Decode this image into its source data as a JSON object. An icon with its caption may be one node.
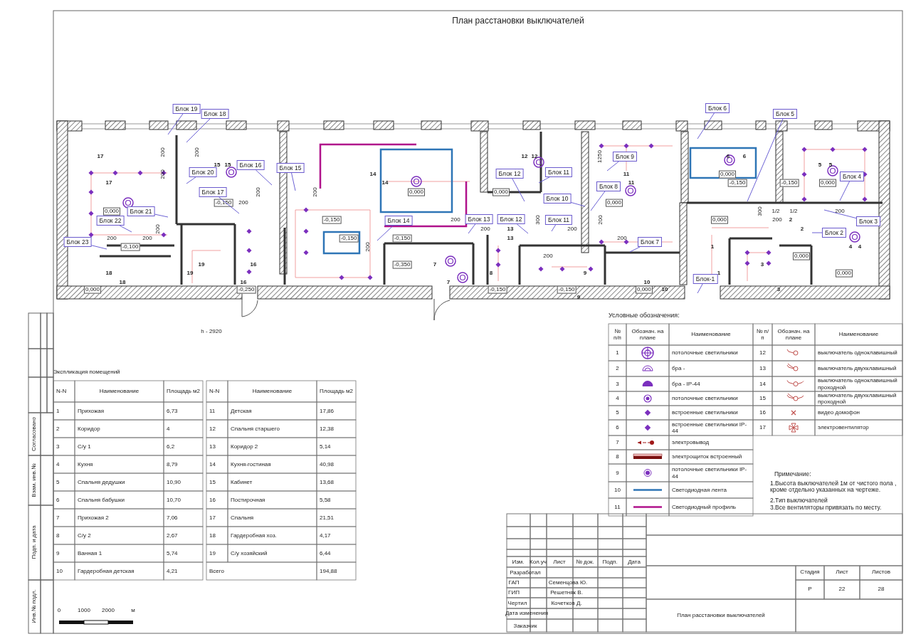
{
  "diagram": {
    "title": "План расстановки выключателей",
    "nodes": [
      {
        "text": [
          "Блок 19"
        ]
      },
      {
        "text": [
          "Блок 6"
        ]
      },
      {
        "text": [
          "Блок 18"
        ]
      },
      {
        "text": [
          "Блок 5"
        ]
      },
      {
        "text": [
          "Блок 9"
        ]
      },
      {
        "text": [
          "Блок 16"
        ]
      },
      {
        "text": [
          "Блок 20"
        ]
      },
      {
        "text": [
          "Блок 15"
        ]
      },
      {
        "text": [
          "Блок 12"
        ]
      },
      {
        "text": [
          "Блок 11"
        ]
      },
      {
        "text": [
          "Блок 4"
        ]
      },
      {
        "text": [
          "Блок 8"
        ]
      },
      {
        "text": [
          "Блок 17"
        ]
      },
      {
        "text": [
          "Блок 10"
        ]
      },
      {
        "text": [
          "Блок 21"
        ]
      },
      {
        "text": [
          "Блок 3"
        ]
      },
      {
        "text": [
          "Блок 14"
        ]
      },
      {
        "text": [
          "Блок 22"
        ]
      },
      {
        "text": [
          "Блок 13"
        ]
      },
      {
        "text": [
          "Блок 12"
        ]
      },
      {
        "text": [
          "Блок 11"
        ]
      },
      {
        "text": [
          "Блок 2"
        ]
      },
      {
        "text": [
          "Блок 7"
        ]
      },
      {
        "text": [
          "Блок 23"
        ]
      },
      {
        "text": [
          "Блок-1"
        ]
      }
    ],
    "edges": [
      {
        "from": 0,
        "to": null,
        "arrow": "none"
      },
      {
        "from": 1,
        "to": null,
        "arrow": "none"
      },
      {
        "from": 2,
        "to": null,
        "arrow": "none"
      },
      {
        "from": 3,
        "to": null,
        "arrow": "none"
      },
      {
        "from": 4,
        "to": null,
        "arrow": "none"
      },
      {
        "from": 5,
        "to": null,
        "arrow": "none"
      },
      {
        "from": 6,
        "to": null,
        "arrow": "none"
      },
      {
        "from": 7,
        "to": null,
        "arrow": "none"
      },
      {
        "from": 8,
        "to": null,
        "arrow": "none"
      },
      {
        "from": 9,
        "to": null,
        "arrow": "none"
      },
      {
        "from": 10,
        "to": null,
        "arrow": "none"
      },
      {
        "from": 11,
        "to": null,
        "arrow": "none"
      },
      {
        "from": 12,
        "to": null,
        "arrow": "none"
      },
      {
        "from": 13,
        "to": null,
        "arrow": "none"
      },
      {
        "from": 14,
        "to": null,
        "arrow": "none"
      },
      {
        "from": 15,
        "to": null,
        "arrow": "none"
      },
      {
        "from": 16,
        "to": null,
        "arrow": "none"
      },
      {
        "from": 17,
        "to": null,
        "arrow": "none"
      },
      {
        "from": 18,
        "to": null,
        "arrow": "none"
      },
      {
        "from": 19,
        "to": null,
        "arrow": "none"
      },
      {
        "from": 20,
        "to": null,
        "arrow": "none"
      },
      {
        "from": 21,
        "to": null,
        "arrow": "none"
      },
      {
        "from": 22,
        "to": null,
        "arrow": "none"
      },
      {
        "from": 23,
        "to": null,
        "arrow": "none"
      },
      {
        "from": 24,
        "to": null,
        "arrow": "none"
      }
    ],
    "labels": [
      "200",
      "200",
      "17",
      "12",
      "12",
      "1250",
      "6",
      "6",
      "15",
      "15",
      "5",
      "5",
      "200",
      "14",
      "11",
      "0,000",
      "17",
      "14",
      "11",
      "-0,150",
      "-0,150",
      "0,000",
      "200",
      "200",
      "0,000",
      "0,000",
      "-0,150",
      "200",
      "0,000",
      "0,000",
      "300",
      "1/2",
      "1/2",
      "200",
      "-0,150",
      "200",
      "300",
      "200",
      "0,000",
      "200",
      "2",
      "200",
      "200",
      "13",
      "200",
      "2",
      "200",
      "200",
      "-0,150",
      "-0,150",
      "13",
      "200",
      "-0,100",
      "200",
      "1",
      "4",
      "4",
      "200",
      "0,000",
      "19",
      "16",
      "-0,350",
      "7",
      "3",
      "18",
      "19",
      "8",
      "9",
      "1",
      "0,000",
      "18",
      "16",
      "7",
      "10",
      "0,000",
      "-0,250",
      "-0,150",
      "-0,150",
      "0,000",
      "10",
      "3",
      "9",
      "h - 2920",
      "Условные обозначения:",
      "№ п/п",
      "Обознач. на плане",
      "Наименование",
      "№ п/п",
      "Обознач. на плане",
      "Наименование",
      "1",
      "2",
      "3",
      "4",
      "5",
      "6",
      "7",
      "8",
      "9",
      "10",
      "11",
      "12",
      "13",
      "14",
      "15",
      "16",
      "17",
      "Примечание:",
      "1.Высота выключателей 1м от чистого пола , кроме отдельно указанных на чертеже.",
      "2.Тип выключателей",
      "3.Все вентиляторы привязать по месту.",
      "Экспликация помещений",
      "N-N",
      "Наименование",
      "Площадь м2",
      "N-N",
      "Наименование",
      "Площадь м2",
      "1",
      "Прихожая",
      "6,73",
      "11",
      "Детская",
      "17,86",
      "2",
      "Коридор",
      "4",
      "12",
      "Спальня старшего",
      "12,38",
      "3",
      "С/у 1",
      "6,2",
      "13",
      "Коридор 2",
      "5,14",
      "4",
      "Кухня",
      "8,79",
      "14",
      "Кухня-гостиная",
      "40,98",
      "5",
      "Спальня дедушки",
      "10,90",
      "15",
      "Кабинет",
      "13,68",
      "6",
      "Спальня бабушки",
      "10,70",
      "16",
      "Постирочная",
      "5,58",
      "7",
      "Прихожая 2",
      "7,06",
      "17",
      "Спальня",
      "21,51",
      "8",
      "С/у 2",
      "2,67",
      "18",
      "Гардеробная хоз.",
      "4,17",
      "9",
      "Ванная 1",
      "5,74",
      "19",
      "С/у хозяйский",
      "6,44",
      "10",
      "Гардеробная детская",
      "4,21",
      "Всего",
      "194,88",
      "Согласовано",
      "Взам. инв.№",
      "Подп. и дата",
      "Инв.№ подл.",
      "0",
      "1000",
      "2000",
      "м",
      "Изм.",
      "Кол.уч",
      "Лист",
      "№ док.",
      "Подп.",
      "Дата",
      "Разработал",
      "ГАП",
      "Семенцова Ю.",
      "ГИП",
      "Решетняк В.",
      "Чертил",
      "Кочетков Д.",
      "Дата изменения",
      "Заказчик",
      "Стадия",
      "Лист",
      "Листов",
      "Р",
      "22",
      "28",
      "План расстановки выключателей"
    ],
    "legend": [
      {
        "text": "потолочные светильники"
      },
      {
        "text": "бра -"
      },
      {
        "text": "бра - IP-44"
      },
      {
        "text": "потолочные светильники"
      },
      {
        "text": "встроенные светильники"
      },
      {
        "text": "встроенные светильники IP-44"
      },
      {
        "text": "электровывод"
      },
      {
        "text": "электрощиток встроенный"
      },
      {
        "text": "потолочные светильники IP-44"
      },
      {
        "text": "Светодиодная лента"
      },
      {
        "text": "Светодиодный профиль"
      },
      {
        "text": "выключатель одноклавишный"
      },
      {
        "text": "выключатель двухклавишный"
      },
      {
        "text": "выключатель одноклавишный проходной"
      },
      {
        "text": "выключатель двухклавишный проходной"
      },
      {
        "text": "видео домофон"
      },
      {
        "text": "электровентилятор"
      }
    ]
  }
}
